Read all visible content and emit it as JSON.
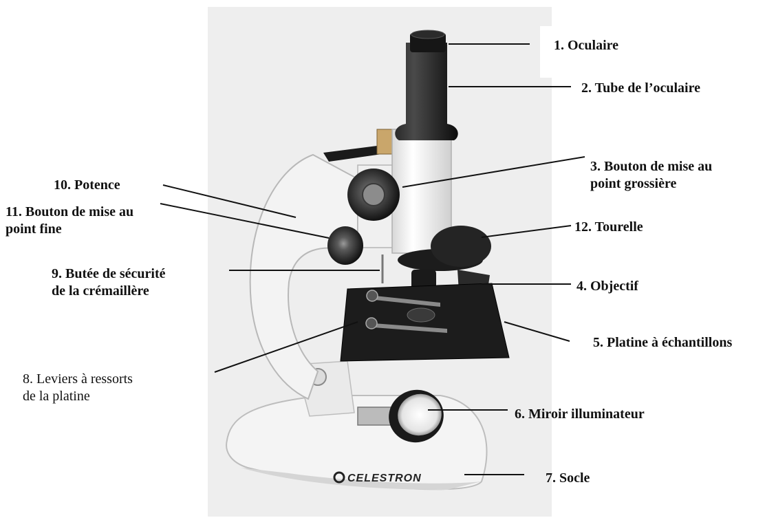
{
  "colors": {
    "background": "#ffffff",
    "photo_backdrop": "#eeeeee",
    "microscope_body": "#f2f2f2",
    "black_parts": "#141414",
    "brass_ring": "#c8902c",
    "text": "#111111",
    "leader_line": "#111111"
  },
  "brand": {
    "logo_text": "CELESTRON"
  },
  "labels": {
    "oculaire": {
      "line1": "1. Oculaire"
    },
    "tube_oculaire": {
      "line1": "2. Tube de l’oculaire"
    },
    "bouton_grossiere": {
      "line1": "3. Bouton de mise au",
      "line2": "point grossière"
    },
    "objectif": {
      "line1": "4. Objectif"
    },
    "platine": {
      "line1": "5. Platine à échantillons"
    },
    "miroir": {
      "line1": "6. Miroir illuminateur"
    },
    "socle": {
      "line1": "7. Socle"
    },
    "leviers": {
      "line1": "8. Leviers à ressorts",
      "line2": "de la platine"
    },
    "butee": {
      "line1": "9. Butée de sécurité",
      "line2": "de la crémaillère"
    },
    "potence": {
      "line1": "10.  Potence"
    },
    "bouton_fine": {
      "line1": "11. Bouton de mise au",
      "line2": "point fine"
    },
    "tourelle": {
      "line1": "12. Tourelle"
    }
  }
}
